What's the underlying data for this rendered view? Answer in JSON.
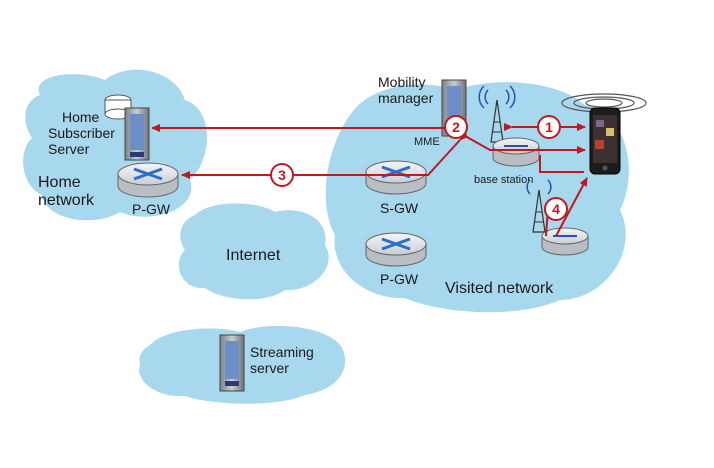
{
  "labels": {
    "home_subscriber_server": [
      "Home",
      "Subscriber",
      "Server"
    ],
    "home_network": [
      "Home",
      "network"
    ],
    "home_pgw": "P-GW",
    "mobility_manager": [
      "Mobility",
      "manager"
    ],
    "mme": "MME",
    "sgw": "S-GW",
    "visited_pgw": "P-GW",
    "base_station": "base station",
    "visited_network": "Visited network",
    "internet": "Internet",
    "streaming_server": [
      "Streaming",
      "server"
    ]
  },
  "steps": [
    "1",
    "2",
    "3",
    "4"
  ],
  "colors": {
    "cloud": "#a8d8ee",
    "arrow": "#c0181f",
    "router_fill": "#e4e7ea",
    "router_x": "#2a6fc9"
  }
}
